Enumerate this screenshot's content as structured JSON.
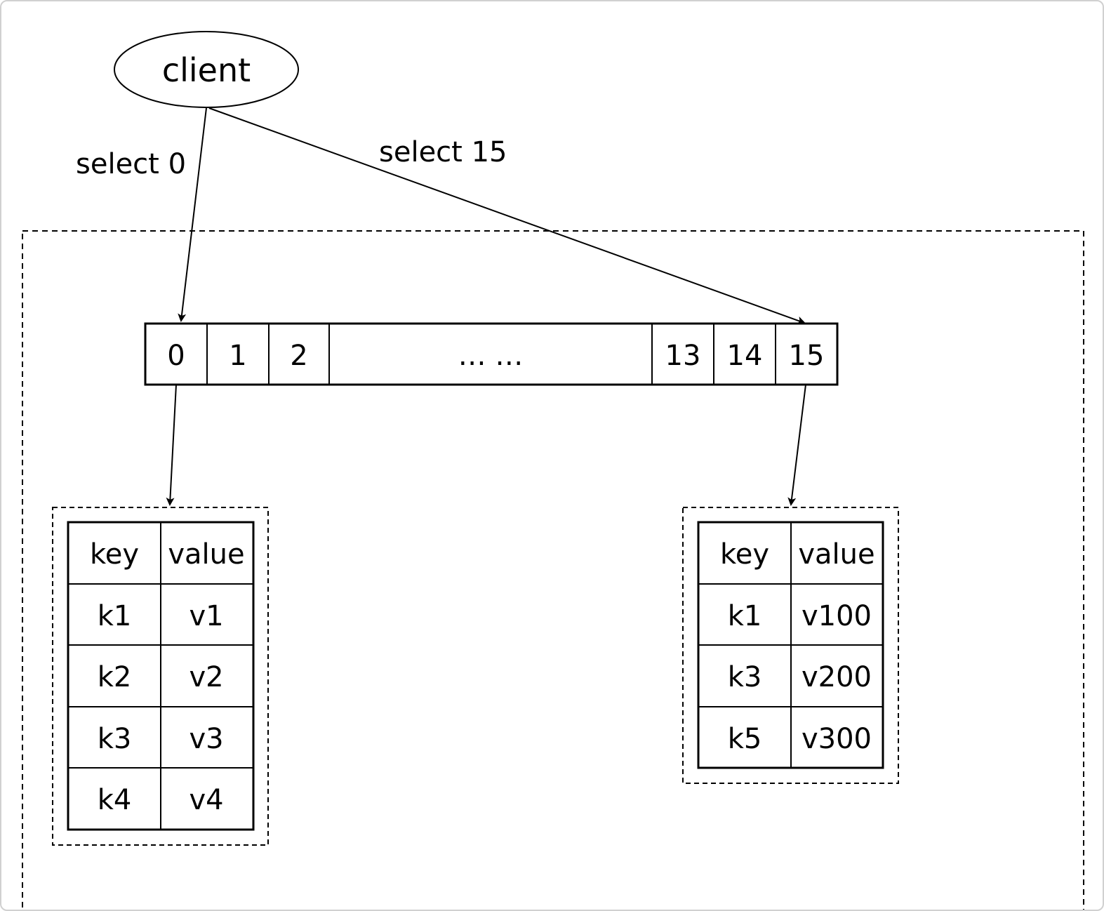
{
  "client": {
    "label": "client"
  },
  "edges": {
    "select_0": "select 0",
    "select_15": "select 15"
  },
  "db_array": {
    "cells": [
      "0",
      "1",
      "2",
      "… …",
      "13",
      "14",
      "15"
    ]
  },
  "table_db0": {
    "headers": [
      "key",
      "value"
    ],
    "rows": [
      [
        "k1",
        "v1"
      ],
      [
        "k2",
        "v2"
      ],
      [
        "k3",
        "v3"
      ],
      [
        "k4",
        "v4"
      ]
    ]
  },
  "table_db15": {
    "headers": [
      "key",
      "value"
    ],
    "rows": [
      [
        "k1",
        "v100"
      ],
      [
        "k3",
        "v200"
      ],
      [
        "k5",
        "v300"
      ]
    ]
  },
  "colors": {
    "stroke": "#000000",
    "frame": "#d0d0d0"
  }
}
